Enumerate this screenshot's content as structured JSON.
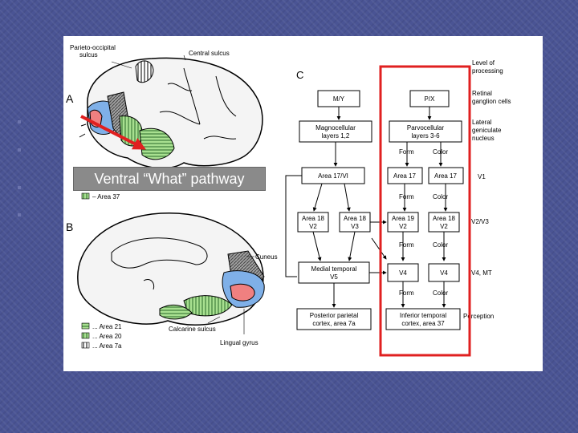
{
  "caption": "Ventral “What” pathway",
  "colors": {
    "background": "#4a5494",
    "highlight": "#e02020",
    "arrow": "#e02020",
    "area17": "#7fb0e8",
    "area18": "#f08080",
    "area19": "#808080",
    "area37": "#a8e090",
    "area20": "#c0e8b0"
  },
  "panel_labels": {
    "a": "A",
    "b": "B",
    "c": "C"
  },
  "brain_a": {
    "parieto_occipital": "Parieto-occipital",
    "sulcus": "sulcus",
    "central_sulcus": "Central sulcus",
    "legend_area37": "– Area 37"
  },
  "brain_b": {
    "cuneus": "Cuneus",
    "calcarine": "Calcarine sulcus",
    "lingual": "Lingual gyrus",
    "legend": [
      "... Area 21",
      "... Area 20",
      "... Area 7a"
    ]
  },
  "flow": {
    "level_header": [
      "Level of",
      "processing"
    ],
    "levels": [
      {
        "lines": [
          "Retinal",
          "ganglion cells"
        ]
      },
      {
        "lines": [
          "Lateral",
          "geniculate",
          "nucleus"
        ]
      },
      {
        "lines": [
          "V1"
        ]
      },
      {
        "lines": [
          "V2/V3"
        ]
      },
      {
        "lines": [
          "V4, MT"
        ]
      },
      {
        "lines": [
          "Perception"
        ]
      }
    ],
    "boxes": {
      "my": [
        "M/Y"
      ],
      "px": [
        "P/X"
      ],
      "magno": [
        "Magnocellular",
        "layers 1,2"
      ],
      "parvo": [
        "Parvocellular",
        "layers 3-6"
      ],
      "area17v1": [
        "Area 17/VI"
      ],
      "area17a": [
        "Area 17"
      ],
      "area17b": [
        "Area 17"
      ],
      "area18v2": [
        "Area 18",
        "V2"
      ],
      "area18v3": [
        "Area 18",
        "V3"
      ],
      "area19v2": [
        "Area 19",
        "V2"
      ],
      "area18v2b": [
        "Area 18",
        "V2"
      ],
      "mt": [
        "Medial temporal",
        "V5"
      ],
      "v4a": [
        "V4"
      ],
      "v4b": [
        "V4"
      ],
      "parietal": [
        "Posterior parietal",
        "cortex, area 7a"
      ],
      "temporal": [
        "Inferior temporal",
        "cortex, area 37"
      ]
    },
    "stream_labels": {
      "form": "Form",
      "color": "Color"
    }
  }
}
